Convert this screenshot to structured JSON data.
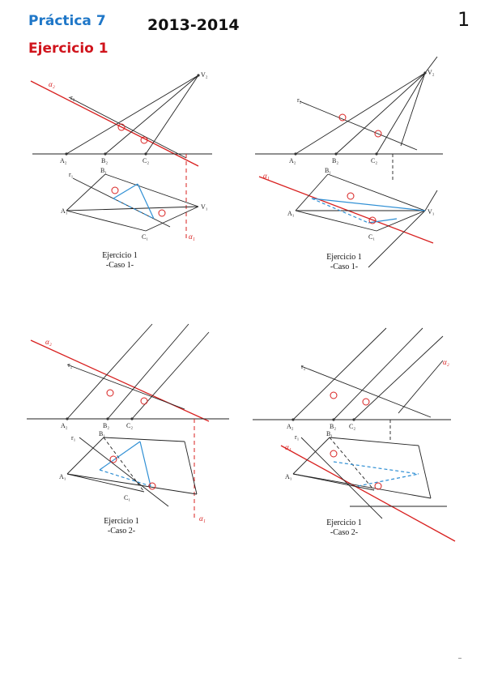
{
  "header": {
    "practice": "Práctica 7",
    "year": "2013-2014",
    "page_number": "1",
    "exercise": "Ejercicio 1"
  },
  "colors": {
    "practice": "#1f77c8",
    "exercise": "#d0141c",
    "construction_red": "#d8201f",
    "construction_blue": "#2f8fd4"
  },
  "panels": [
    {
      "caption_line1": "Ejercicio 1",
      "caption_line2": "-Caso 1-"
    },
    {
      "caption_line1": "Ejercicio 1",
      "caption_line2": "-Caso 1-"
    },
    {
      "caption_line1": "Ejercicio 1",
      "caption_line2": "-Caso 2-"
    },
    {
      "caption_line1": "Ejercicio 1",
      "caption_line2": "-Caso 2-"
    }
  ],
  "labels": {
    "A2": "A₂",
    "B2": "B₂",
    "C2": "C₂",
    "V2": "V₂",
    "A1": "A₁",
    "B1": "B₁",
    "C1": "C₁",
    "V1": "V₁",
    "r2": "r₂",
    "r1": "r₁",
    "alpha2": "α₂",
    "alpha1": "α₁"
  }
}
